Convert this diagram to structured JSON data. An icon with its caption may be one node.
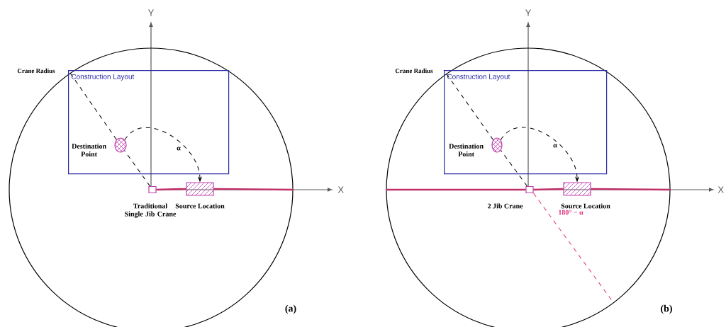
{
  "diagram": {
    "nodes": [
      {
        "text": [],
        "shape": "circle",
        "beside": [
          "Crane Radius"
        ]
      },
      {
        "text": [
          "Construction Layout"
        ],
        "in": 0
      },
      {
        "text": [],
        "shape": "circle",
        "beside": [
          "Destination Point"
        ],
        "in": 1
      },
      {
        "text": [],
        "shape": "box",
        "beside": [
          "Traditional Single Jib Crane"
        ],
        "in": 0
      },
      {
        "text": [],
        "shape": "box",
        "beside": [
          "Source Location"
        ],
        "in": 0
      },
      {
        "text": [],
        "shape": "circle",
        "beside": [
          "Crane Radius"
        ]
      },
      {
        "text": [
          "Construction Layout"
        ],
        "in": 5
      },
      {
        "text": [],
        "shape": "circle",
        "beside": [
          "Destination Point"
        ],
        "in": 6
      },
      {
        "text": [],
        "shape": "box",
        "beside": [
          "2 Jib Crane"
        ],
        "in": 5
      },
      {
        "text": [],
        "shape": "box",
        "beside": [
          "Source Location"
        ],
        "in": 5
      }
    ],
    "edges": [
      {
        "from": 3,
        "to": 2,
        "arrow": "none",
        "style": "dashed"
      },
      {
        "from": 2,
        "to": 1,
        "arrow": "none",
        "style": "dashed"
      },
      {
        "from": 2,
        "to": 4,
        "arrow": "to",
        "style": "dashed",
        "label": "α"
      },
      {
        "from": 3,
        "to": 4,
        "arrow": "none",
        "style": "thick",
        "color": "#c0306a"
      },
      {
        "from": 4,
        "to": 0,
        "arrow": "none",
        "style": "thick",
        "color": "#c0306a"
      },
      {
        "from": 8,
        "to": 7,
        "arrow": "none",
        "style": "dashed"
      },
      {
        "from": 7,
        "to": 6,
        "arrow": "none",
        "style": "dashed"
      },
      {
        "from": 7,
        "to": 9,
        "arrow": "to",
        "style": "dashed",
        "label": "α"
      },
      {
        "from": 8,
        "to": 9,
        "arrow": "none",
        "style": "thick",
        "color": "#c0306a"
      },
      {
        "from": 9,
        "to": 5,
        "arrow": "none",
        "style": "thick",
        "color": "#c0306a"
      },
      {
        "from": 8,
        "to": 5,
        "arrow": "none",
        "style": "thick",
        "color": "#c0306a"
      },
      {
        "from": 8,
        "to": 5,
        "arrow": "none",
        "style": "dashed",
        "color": "#e0307a",
        "label": "180° − α"
      }
    ],
    "labels": [
      "Y",
      "X",
      "(a)",
      "Y",
      "X",
      "(b)"
    ]
  }
}
